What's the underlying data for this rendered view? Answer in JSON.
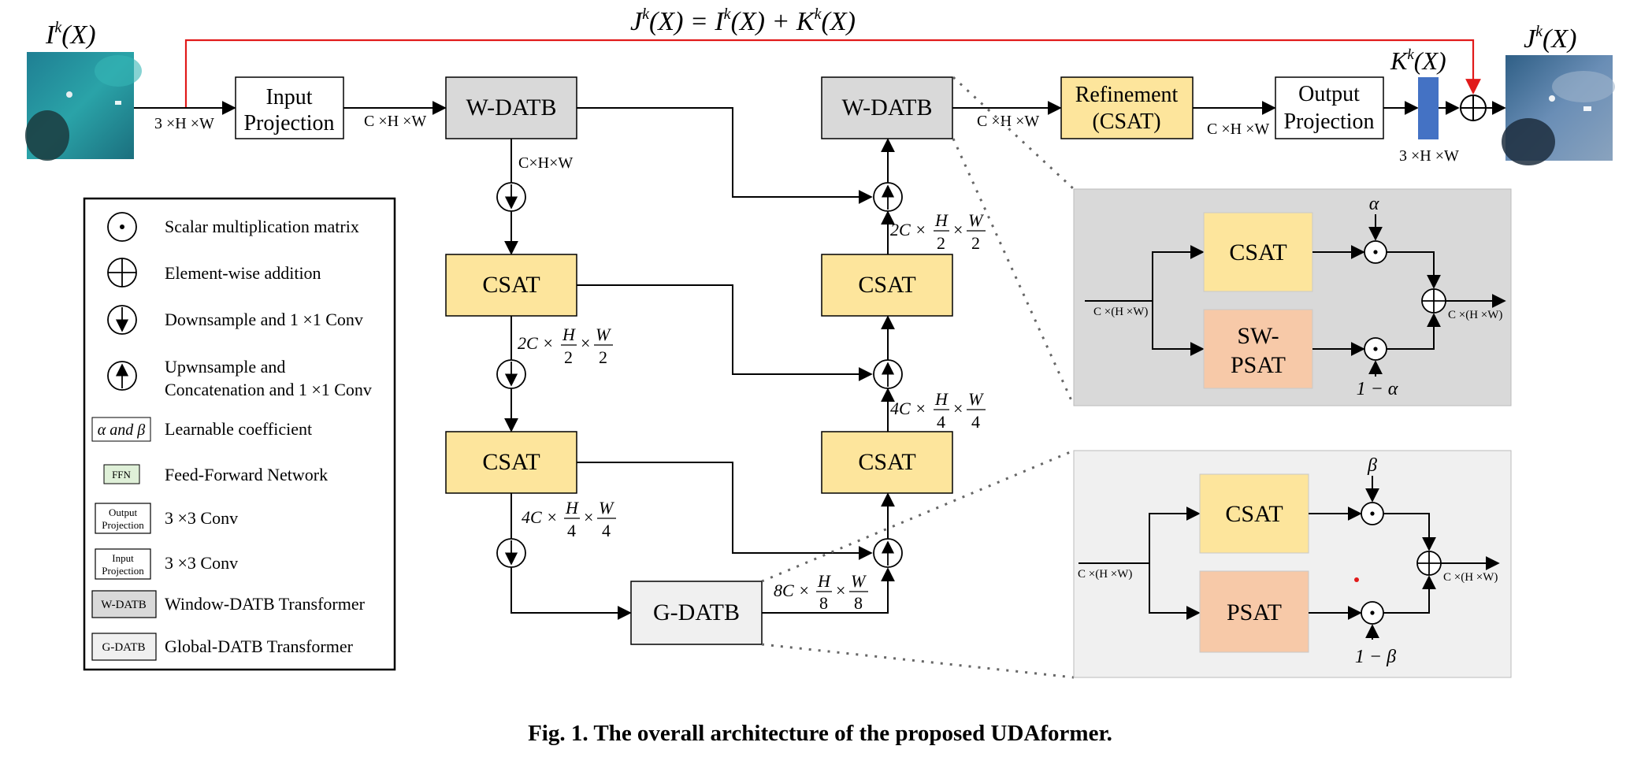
{
  "formula": {
    "prefix": "J",
    "sup": "k",
    "arg": "(X) = I",
    "sup2": "k",
    "arg2": "(X) + K",
    "sup3": "k",
    "arg3": "(X)"
  },
  "input_label": {
    "name": "I",
    "sup": "k",
    "arg": "(X)"
  },
  "output_label": {
    "name": "J",
    "sup": "k",
    "arg": "(X)"
  },
  "k_label": {
    "name": "K",
    "sup": "k",
    "arg": "(X)"
  },
  "blocks": {
    "input_proj_1": "Input",
    "input_proj_2": "Projection",
    "wdatb": "W-DATB",
    "csat": "CSAT",
    "gdatb": "G-DATB",
    "refine_1": "Refinement",
    "refine_2": "(CSAT)",
    "output_proj_1": "Output",
    "output_proj_2": "Projection"
  },
  "dims": {
    "d_3hw": "3 ×H ×W",
    "d_chw": "C ×H ×W",
    "d_chw2": "C×H×W",
    "d_2c": "2C ×",
    "d_4c": "4C ×",
    "d_8c": "8C ×",
    "frac_h": "H",
    "frac_w": "W",
    "den_2": "2",
    "den_4": "4",
    "den_8": "8",
    "times": "×",
    "d_c_hw": "C ×(H ×W)"
  },
  "zoom_top": {
    "a": "CSAT",
    "b1": "SW-",
    "b2": "PSAT",
    "coef": "α",
    "coef2": "1 − α"
  },
  "zoom_bottom": {
    "a": "CSAT",
    "b": "PSAT",
    "coef": "β",
    "coef2": "1 − β"
  },
  "legend": [
    {
      "icon": "dot",
      "label": "Scalar multiplication matrix"
    },
    {
      "icon": "plus",
      "label": "Element-wise addition"
    },
    {
      "icon": "down",
      "label": "Downsample and 1 ×1 Conv"
    },
    {
      "icon": "up",
      "label": "Upwnsample and",
      "label2": "Concatenation and 1 ×1 Conv"
    },
    {
      "icon": "alphabeta",
      "icon_text": "α and β",
      "label": "Learnable coefficient"
    },
    {
      "icon": "ffn",
      "icon_text": "FFN",
      "label": "Feed-Forward Network"
    },
    {
      "icon": "box2",
      "icon_text": "Output",
      "icon_text2": "Projection",
      "label": "3 ×3 Conv"
    },
    {
      "icon": "box2",
      "icon_text": "Input",
      "icon_text2": "Projection",
      "label": "3 ×3 Conv"
    },
    {
      "icon": "wdatb",
      "icon_text": "W-DATB",
      "label": "Window-DATB Transformer"
    },
    {
      "icon": "gdatb",
      "icon_text": "G-DATB",
      "label": "Global-DATB Transformer"
    }
  ],
  "caption": "Fig. 1. The overall architecture of the proposed UDAformer.",
  "colors": {
    "csat": "#fde59c",
    "psat": "#f7c9a8",
    "wdatb": "#d9d9d9",
    "gdatb": "#f0f0f0",
    "k_bar": "#4472c4",
    "red": "#e11a1a",
    "panel": "#d9d9d9",
    "panel2": "#f0f0f0"
  }
}
